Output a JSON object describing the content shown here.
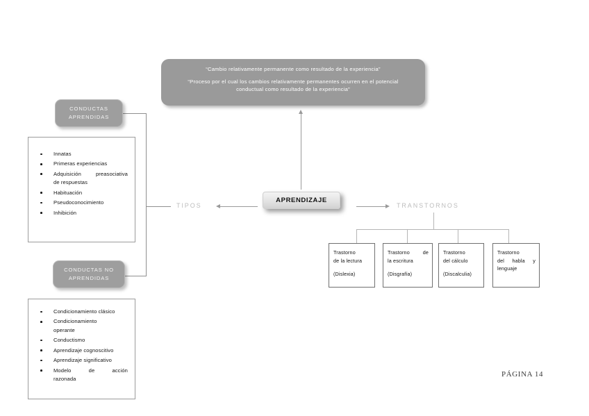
{
  "document": {
    "page_number_label": "PÁGINA 14"
  },
  "central_node": {
    "label": "APRENDIZAJE"
  },
  "definition_box": {
    "line1": "“Cambio relativamente permanente como resultado de la experiencia”",
    "line2": "“Proceso por el cual los cambios relativamente permanentes ocurren en el potencial conductual como resultado de la experiencia”"
  },
  "branches": {
    "left_label": "TIPOS",
    "right_label": "TRANSTORNOS"
  },
  "category_nodes": [
    {
      "id": "conductas-aprendidas",
      "line1": "CONDUCTAS",
      "line2": "APRENDIDAS"
    },
    {
      "id": "conductas-no-aprendidas",
      "line1": "CONDUCTAS NO",
      "line2": "APRENDIDAS"
    }
  ],
  "conductas_aprendidas_items": [
    "Innatas",
    "Primeras experiencias",
    "Adquisición preasociativa",
    "de respuestas",
    "Habituación",
    "Pseudoconocimiento",
    "Inhibición"
  ],
  "conductas_no_aprendidas_items": [
    "Condicionamiento clásico",
    "Condicionamiento",
    "operante",
    "Conductismo",
    "Aprendizaje cognoscitivo",
    "Aprendizaje significativo",
    "Modelo de acción",
    "razonada"
  ],
  "trastornos": [
    {
      "title_line1": "Trastorno",
      "title_line2": "de la lectura",
      "subtitle": "(Dislexia)"
    },
    {
      "title_line1": "Trastorno de",
      "title_line2": "la escritura",
      "subtitle": "(Disgrafía)"
    },
    {
      "title_line1": "Trastorno",
      "title_line2": "del cálculo",
      "subtitle": "(Discalculia)"
    },
    {
      "title_line1": "Trastorno",
      "title_line2": "del habla y",
      "subtitle": "lenguaje"
    }
  ],
  "colors": {
    "node_gray": "#9e9e9e",
    "definition_gray": "#9a9a9a",
    "branch_label_gray": "#bdbdbd",
    "connector_gray": "#8f8f8f",
    "leaf_border": "#6f6f6f",
    "page_background": "#ffffff"
  }
}
